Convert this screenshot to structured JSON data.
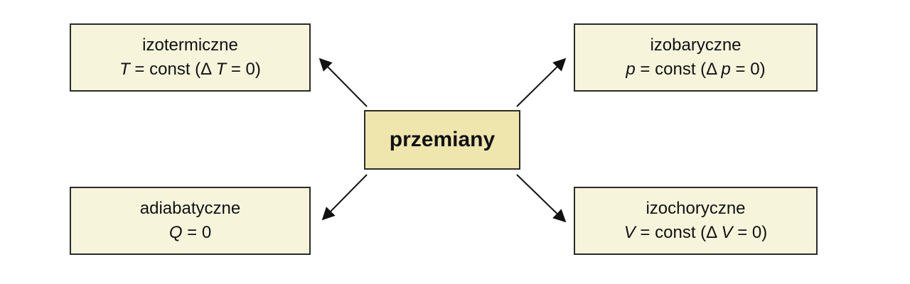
{
  "center": {
    "label": "przemiany"
  },
  "nodes": {
    "isothermal": {
      "title": "izotermiczne",
      "var": "T",
      "eq_mid": " = const (Δ ",
      "var2": "T",
      "eq_end": " = 0)"
    },
    "isobaric": {
      "title": "izobaryczne",
      "var": "p",
      "eq_mid": " = const (Δ ",
      "var2": "p",
      "eq_end": " = 0)"
    },
    "adiabatic": {
      "title": "adiabatyczne",
      "var": "Q",
      "eq_end": " = 0"
    },
    "isochoric": {
      "title": "izochoryczne",
      "var": "V",
      "eq_mid": " = const (Δ ",
      "var2": "V",
      "eq_end": " = 0)"
    }
  },
  "colors": {
    "box_fill": "#f6f5dc",
    "center_fill": "#efe6ae",
    "border": "#2b2b2b"
  }
}
